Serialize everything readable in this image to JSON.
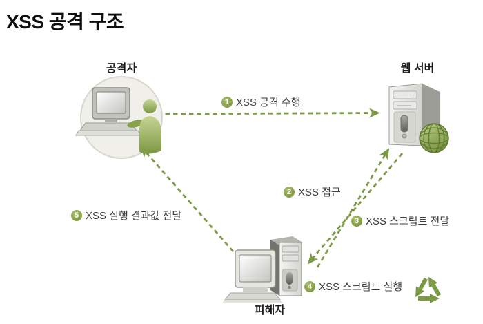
{
  "title": "XSS 공격 구조",
  "nodes": {
    "attacker": {
      "label": "공격자",
      "icon": "person-at-computer-icon"
    },
    "web_server": {
      "label": "웹 서버",
      "icon": "server-tower-icon",
      "badge_icon": "globe-icon"
    },
    "victim": {
      "label": "피해자",
      "icon": "desktop-computer-icon"
    }
  },
  "steps": [
    {
      "num": "1",
      "label": "XSS 공격 수행",
      "from": "attacker",
      "to": "web_server"
    },
    {
      "num": "2",
      "label": "XSS 접근",
      "from": "victim",
      "to": "web_server"
    },
    {
      "num": "3",
      "label": "XSS 스크립트 전달",
      "from": "web_server",
      "to": "victim"
    },
    {
      "num": "4",
      "label": "XSS 스크립트 실행",
      "at": "victim",
      "icon": "recycle-icon"
    },
    {
      "num": "5",
      "label": "XSS 실행 결과값 전달",
      "from": "victim",
      "to": "attacker"
    }
  ],
  "colors": {
    "background": "#ffffff",
    "arrow_green": "#7d9a45",
    "badge_green": "#8aa24a",
    "person_green": "#88a04a",
    "label_text": "#3d3d3d",
    "title_text": "#0f0f0f",
    "node_circle_fill": "#f0efe9"
  }
}
